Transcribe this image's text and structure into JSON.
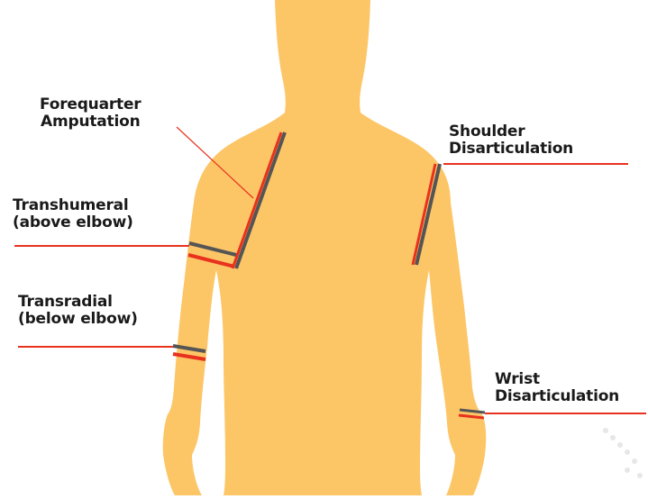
{
  "colors": {
    "body_fill": "#FCC667",
    "level_line": "#E8321E",
    "leader_line": "#E8321E",
    "stump_edge": "#555555",
    "text": "#1a1a1a"
  },
  "labels": {
    "forequarter": {
      "line1": "Forequarter",
      "line2": "Amputation"
    },
    "shoulder": {
      "line1": "Shoulder",
      "line2": "Disarticulation"
    },
    "transhumeral": {
      "line1": "Transhumeral",
      "line2": "(above elbow)"
    },
    "transradial": {
      "line1": "Transradial",
      "line2": "(below elbow)"
    },
    "wrist": {
      "line1": "Wrist",
      "line2": "Disarticulation"
    }
  }
}
